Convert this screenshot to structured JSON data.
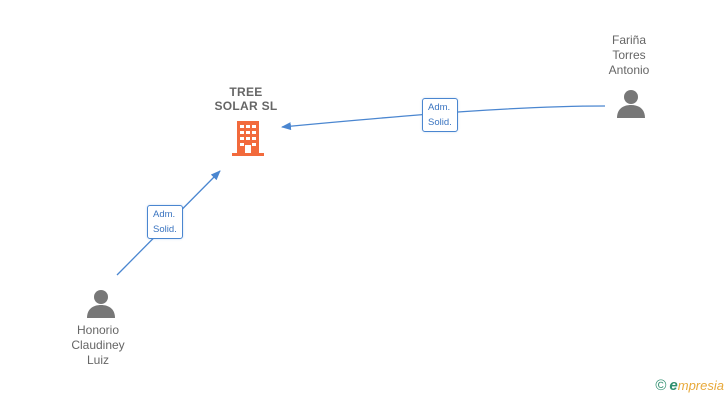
{
  "company": {
    "name": "TREE\nSOLAR  SL",
    "icon": "building-icon",
    "color": "#f26a3c"
  },
  "people": [
    {
      "name": "Fariña\nTorres\nAntonio",
      "icon": "person-icon"
    },
    {
      "name": "Honorio\nClaudiney\nLuiz",
      "icon": "person-icon"
    }
  ],
  "relations": [
    {
      "from": "Fariña Torres Antonio",
      "to": "TREE SOLAR SL",
      "label": "Adm.\nSolid."
    },
    {
      "from": "Honorio Claudiney Luiz",
      "to": "TREE SOLAR SL",
      "label": "Adm.\nSolid."
    }
  ],
  "colors": {
    "edge": "#4a86d0",
    "person": "#777777",
    "text": "#666666"
  },
  "brand": {
    "copyright_symbol": "©",
    "initial": "e",
    "name": "mpresia"
  }
}
